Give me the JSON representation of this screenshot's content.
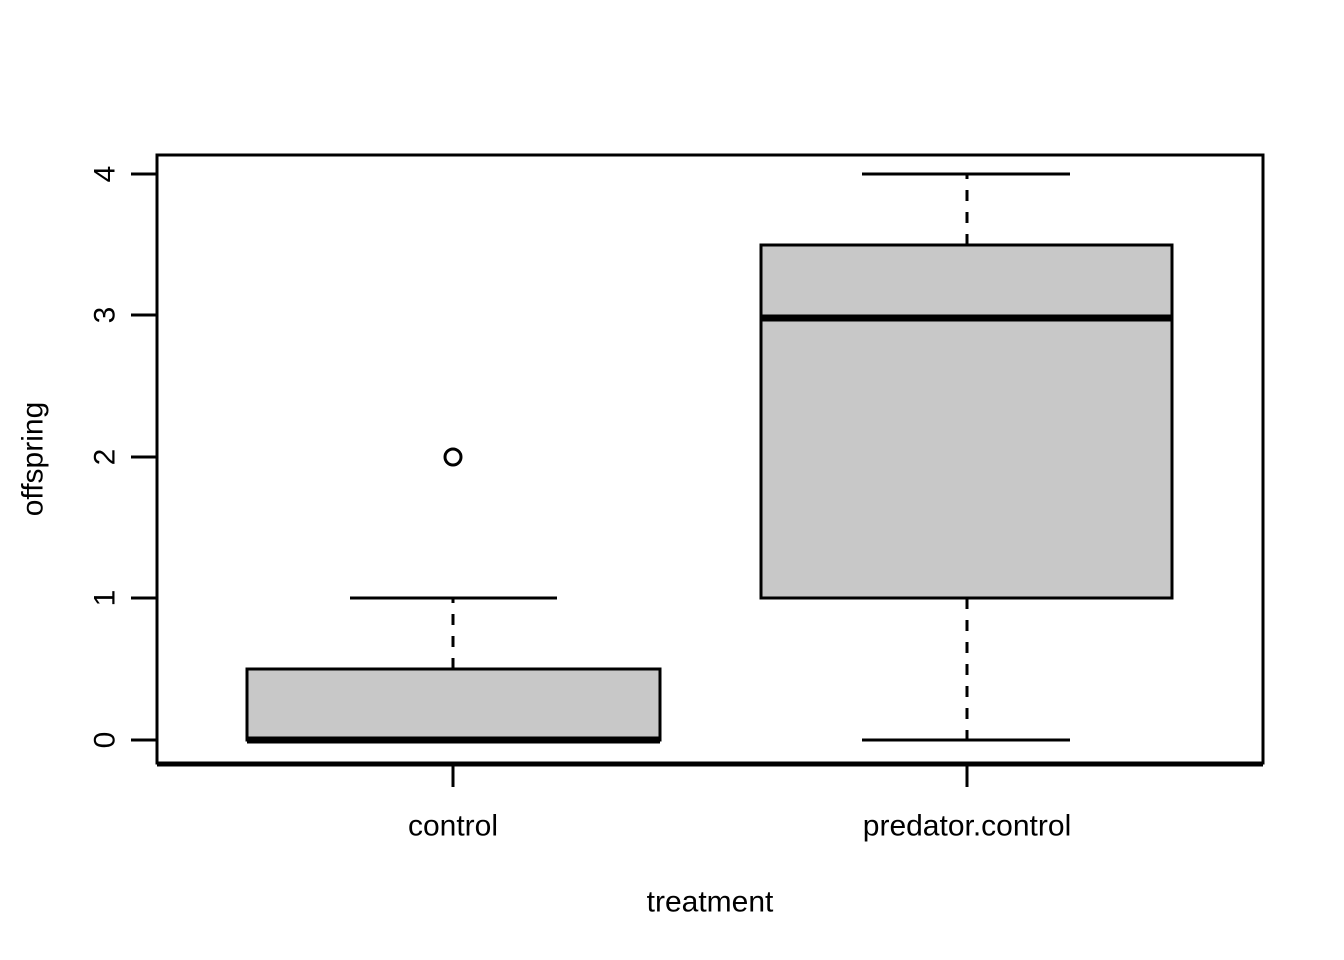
{
  "chart_data": {
    "type": "box",
    "title": "",
    "xlabel": "treatment",
    "ylabel": "offspring",
    "categories": [
      "control",
      "predator.control"
    ],
    "ytick_labels": [
      "0",
      "1",
      "2",
      "3",
      "4"
    ],
    "ytick_values": [
      0,
      1,
      2,
      3,
      4
    ],
    "ylim": [
      -0.16,
      4.16
    ],
    "grid": false,
    "legend": "none",
    "box_fill_color": "#C8C8C8",
    "line_color": "#000000",
    "background_color": "#FFFFFF",
    "boxes": [
      {
        "category": "control",
        "whisker_low": 0,
        "q1": 0,
        "median": 0,
        "q3": 0.5,
        "whisker_high": 1,
        "outliers": [
          2
        ]
      },
      {
        "category": "predator.control",
        "whisker_low": 0,
        "q1": 1,
        "median": 3,
        "q3": 3.5,
        "whisker_high": 4,
        "outliers": []
      }
    ]
  },
  "axes": {
    "y_axis_title": "offspring",
    "x_axis_title": "treatment",
    "y_ticks": [
      {
        "label": "4",
        "value": 4
      },
      {
        "label": "3",
        "value": 3
      },
      {
        "label": "2",
        "value": 2
      },
      {
        "label": "1",
        "value": 1
      },
      {
        "label": "0",
        "value": 0
      }
    ],
    "x_ticks": [
      {
        "label": "control"
      },
      {
        "label": "predator.control"
      }
    ]
  }
}
